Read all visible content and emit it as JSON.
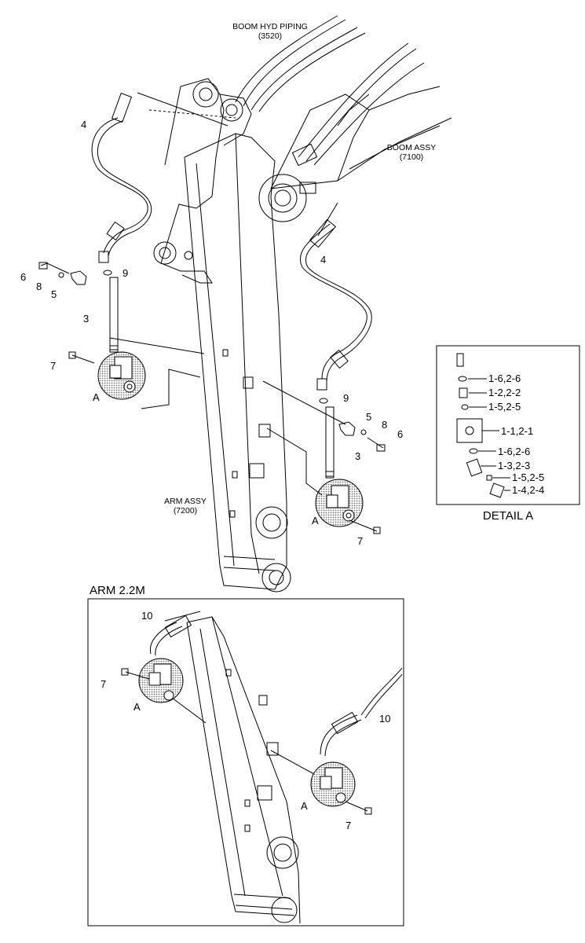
{
  "callouts": {
    "boom_hyd_piping": "BOOM HYD PIPING",
    "boom_hyd_piping_ref": "(3520)",
    "boom_assy": "BOOM ASSY",
    "boom_assy_ref": "(7100)",
    "arm_assy": "ARM ASSY",
    "arm_assy_ref": "(7200)"
  },
  "main_labels": {
    "n4_left": "4",
    "n4_right": "4",
    "n9_left": "9",
    "n9_right": "9",
    "n6_left": "6",
    "n6_right": "6",
    "n8_left": "8",
    "n8_right": "8",
    "n5_left": "5",
    "n5_right": "5",
    "n3_left": "3",
    "n3_right": "3",
    "n7_left": "7",
    "n7_right": "7",
    "a_left": "A",
    "a_right": "A"
  },
  "detail": {
    "title": "DETAIL A",
    "labels": [
      "1-6,2-6",
      "1-2,2-2",
      "1-5,2-5",
      "1-1,2-1",
      "1-6,2-6",
      "1-3,2-3",
      "1-5,2-5",
      "1-4,2-4"
    ]
  },
  "inset": {
    "title": "ARM 2.2M",
    "n10_left": "10",
    "n10_right": "10",
    "n7_left": "7",
    "n7_right": "7",
    "a_left": "A",
    "a_right": "A"
  }
}
